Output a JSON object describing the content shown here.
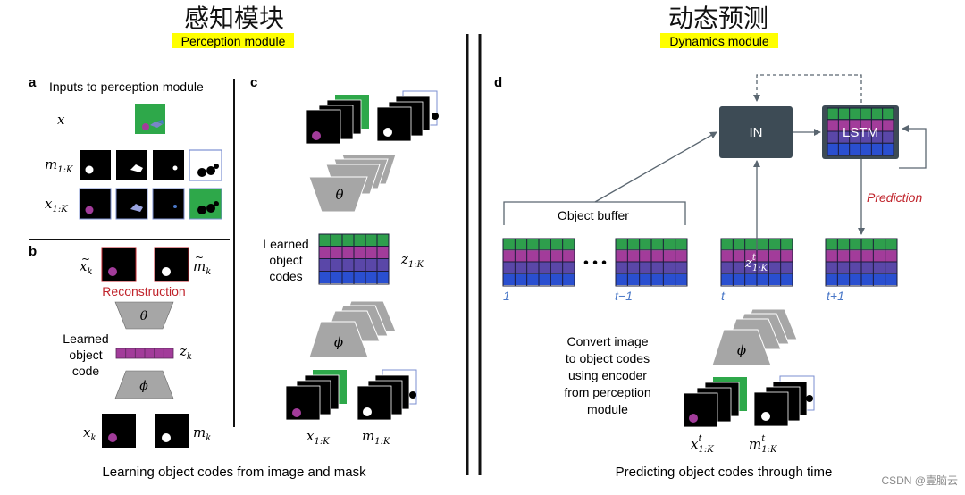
{
  "perception": {
    "title_cn": "感知模块",
    "title_en": "Perception module",
    "panel_a": {
      "letter": "a",
      "title": "Inputs to perception module",
      "row_x": "x",
      "row_m": "m",
      "row_m_sub": "1:K",
      "row_x2": "x",
      "row_x2_sub": "1:K"
    },
    "panel_b": {
      "letter": "b",
      "x_tilde": "x",
      "x_tilde_sub": "k",
      "m_tilde": "m",
      "m_tilde_sub": "k",
      "reconstruction": "Reconstruction",
      "theta": "θ",
      "phi": "ϕ",
      "learned_lines": [
        "Learned",
        "object",
        "code"
      ],
      "z": "z",
      "z_sub": "k",
      "x_bottom": "x",
      "x_bottom_sub": "k",
      "m_bottom": "m",
      "m_bottom_sub": "k"
    },
    "panel_c": {
      "letter": "c",
      "theta": "θ",
      "phi": "ϕ",
      "learned_lines": [
        "Learned",
        "object",
        "codes"
      ],
      "z": "z",
      "z_sub": "1:K",
      "x_label": "x",
      "x_sub": "1:K",
      "m_label": "m",
      "m_sub": "1:K"
    },
    "caption": "Learning object codes from image and mask"
  },
  "dynamics": {
    "title_cn": "动态预测",
    "title_en": "Dynamics module",
    "panel_d": {
      "letter": "d",
      "in_label": "IN",
      "lstm_label": "LSTM",
      "prediction": "Prediction",
      "object_buffer": "Object buffer",
      "ellipsis": "• • •",
      "code_z": "z",
      "code_z_sup": "t",
      "code_z_sub": "1:K",
      "time_labels": [
        "1",
        "t−1",
        "t",
        "t+1"
      ],
      "encoder_lines": [
        "Convert image",
        "to object codes",
        "using encoder",
        "from perception",
        "module"
      ],
      "phi": "ϕ",
      "x_label": "x",
      "x_sup": "t",
      "x_sub": "1:K",
      "m_label": "m",
      "m_sup": "t",
      "m_sub": "1:K"
    },
    "caption": "Predicting object codes through time"
  },
  "watermark": "CSDN @壹脑云",
  "colors": {
    "highlight": "#ffff00",
    "reconstruction": "#c0242c",
    "prediction": "#c0242c",
    "time_label": "#4a78c8",
    "box_dark": "#3d4b55",
    "code_green": "#2e9e4c",
    "code_magenta": "#a23c9a",
    "code_purple": "#5a47a8",
    "code_blue": "#2a4fd0",
    "green_frame": "#2ea84a"
  }
}
